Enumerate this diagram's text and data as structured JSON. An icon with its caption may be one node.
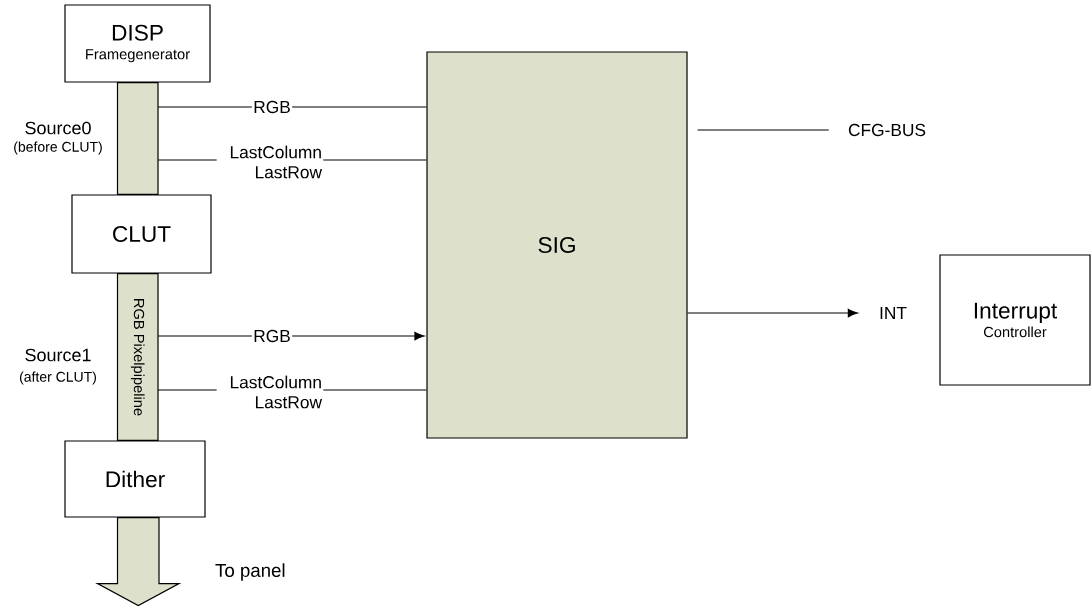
{
  "diagram": {
    "nodes": [
      {
        "text": [
          "DISP",
          "Framegenerator"
        ]
      },
      {
        "text": [
          "CLUT"
        ]
      },
      {
        "text": [
          "Dither"
        ]
      },
      {
        "text": [
          "SIG"
        ]
      },
      {
        "text": [
          "CFG-BUS"
        ]
      },
      {
        "text": [
          "INT"
        ]
      },
      {
        "text": [
          "Interrupt",
          "Controller"
        ]
      }
    ],
    "edges": [
      {
        "from": 0,
        "to": 1,
        "arrow": "none",
        "style": "thick"
      },
      {
        "from": 1,
        "to": 2,
        "arrow": "none",
        "style": "thick",
        "label": "RGB Pixelpipeline"
      },
      {
        "from": 2,
        "to": null,
        "arrow": "to",
        "style": "thick",
        "label": "To panel"
      },
      {
        "from": null,
        "to": 3,
        "arrow": "none",
        "label": "RGB"
      },
      {
        "from": null,
        "to": 3,
        "arrow": "none",
        "label": "LastColumn LastRow"
      },
      {
        "from": null,
        "to": 3,
        "arrow": "to",
        "label": "RGB"
      },
      {
        "from": null,
        "to": 3,
        "arrow": "none",
        "label": "LastColumn LastRow"
      },
      {
        "from": 3,
        "to": 4,
        "arrow": "none"
      },
      {
        "from": 3,
        "to": 5,
        "arrow": "to"
      }
    ],
    "labels": [
      "Source0",
      "(before CLUT)",
      "Source1",
      "(after CLUT)"
    ]
  }
}
